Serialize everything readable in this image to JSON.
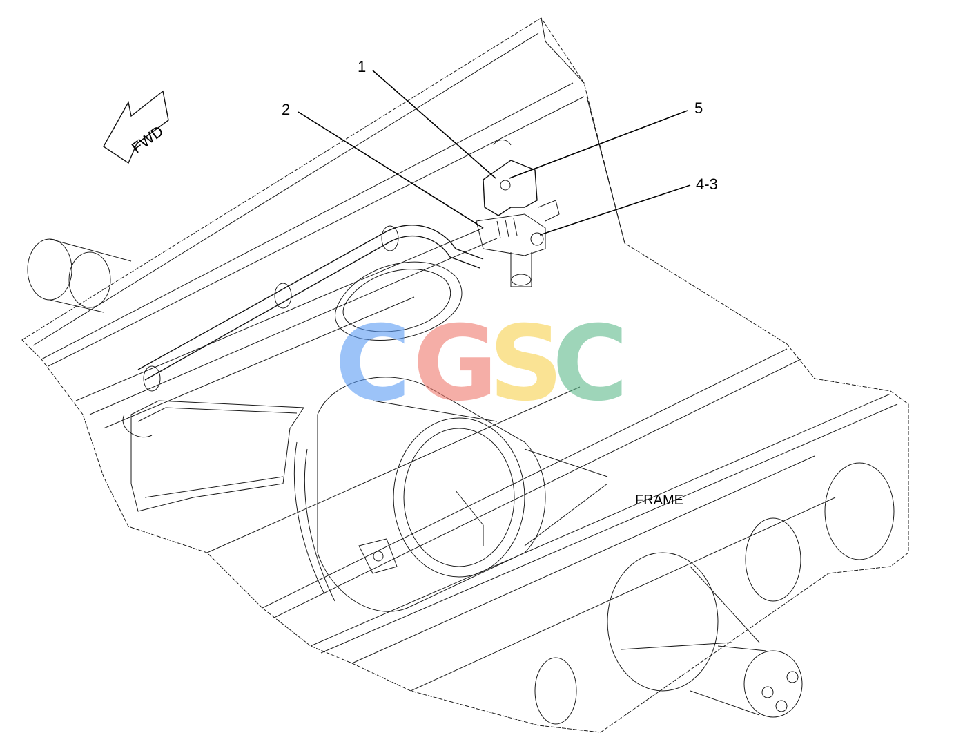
{
  "callouts": {
    "c1": "1",
    "c2": "2",
    "c5": "5",
    "c43": "4-3"
  },
  "labels": {
    "frame": "FRAME",
    "fwd": "FWD"
  },
  "watermark": {
    "letters": [
      "C",
      "G",
      "S",
      "C"
    ],
    "colors": [
      "#5b9cf5",
      "#f07a6e",
      "#f7d24e",
      "#5fba8c"
    ]
  },
  "colors": {
    "line": "#1a1a1a",
    "background": "#ffffff"
  }
}
